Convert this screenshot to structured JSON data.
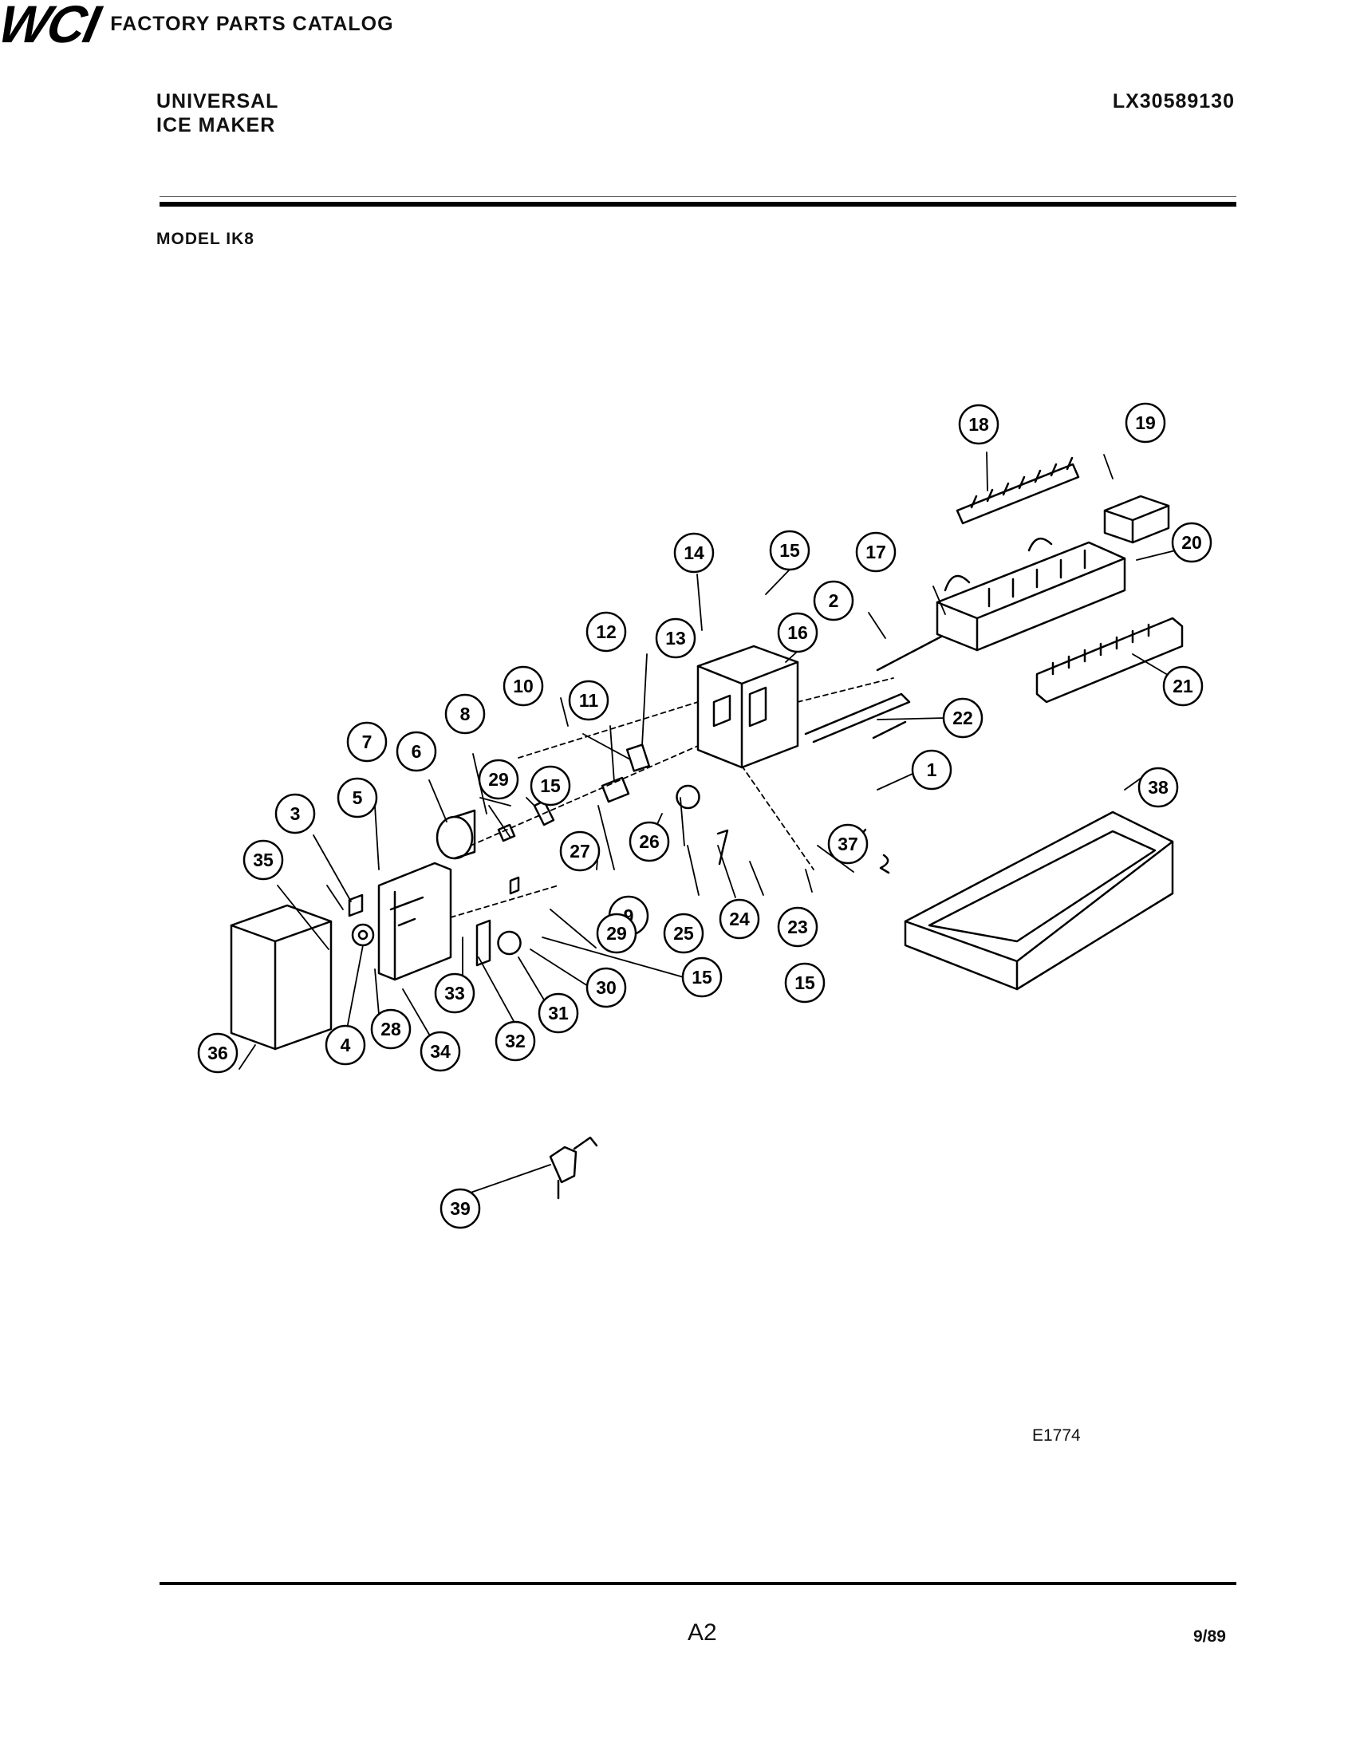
{
  "header": {
    "product_line1": "UNIVERSAL",
    "product_line2": "ICE MAKER",
    "logo": "WCI",
    "catalog_title": "FACTORY PARTS CATALOG",
    "catalog_number": "LX30589130"
  },
  "model": "MODEL IK8",
  "diagram_code": "E1774",
  "page_number": "A2",
  "date": "9/89",
  "callouts": [
    "1",
    "2",
    "3",
    "4",
    "5",
    "6",
    "7",
    "8",
    "9",
    "10",
    "11",
    "12",
    "13",
    "14",
    "15",
    "15",
    "15",
    "15",
    "16",
    "17",
    "18",
    "19",
    "20",
    "21",
    "22",
    "23",
    "24",
    "25",
    "26",
    "27",
    "28",
    "29",
    "29",
    "30",
    "31",
    "32",
    "33",
    "34",
    "35",
    "36",
    "37",
    "38",
    "39"
  ]
}
